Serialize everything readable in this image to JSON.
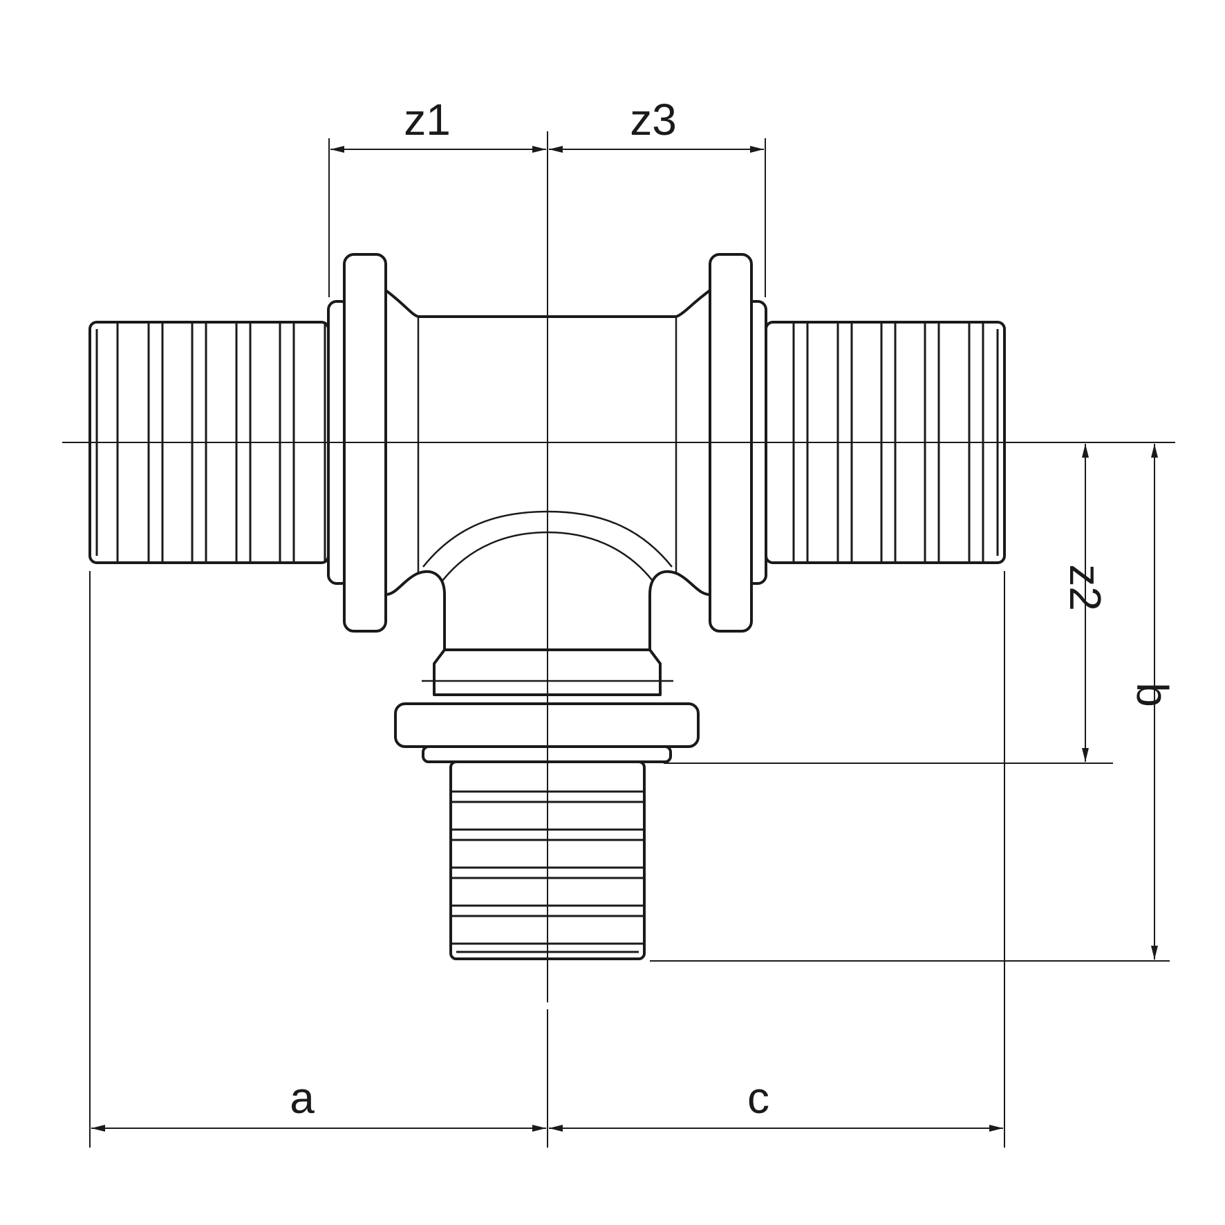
{
  "diagram": {
    "labels": {
      "z1": "z1",
      "z3": "z3",
      "z2": "z2",
      "a": "a",
      "b": "b",
      "c": "c"
    },
    "colors": {
      "stroke": "#1a1a1a",
      "background": "#ffffff"
    }
  }
}
